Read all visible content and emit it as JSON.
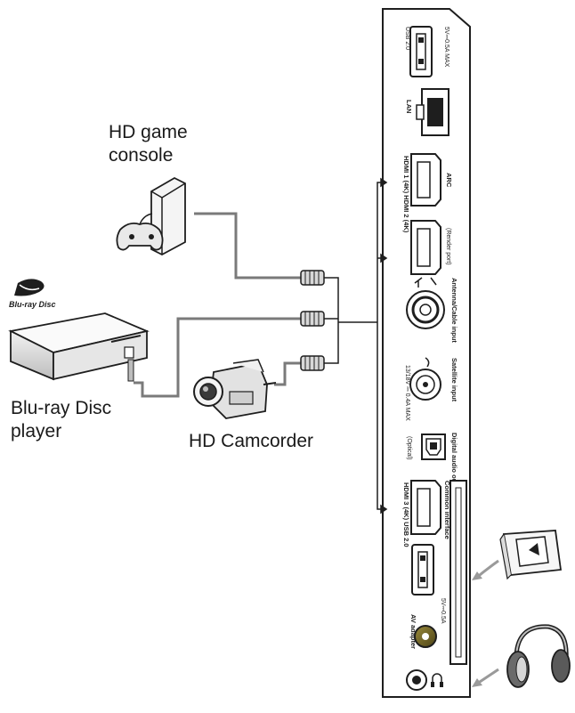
{
  "devices": {
    "game_console": "HD game\nconsole",
    "bluray_player": "Blu-ray Disc\nplayer",
    "camcorder": "HD Camcorder",
    "bluray_logo": "Blu-ray Disc"
  },
  "panel": {
    "usb_top": "USB 2.0",
    "usb_top_power": "5V⎓0.5A MAX",
    "lan": "LAN",
    "hdmi12": "HDMI 1 (4K) HDMI 2 (4K)",
    "arc": "ARC",
    "hdmi2_note": "(Render port)",
    "antenna": "Antenna/Cable input",
    "satellite": "Satellite input",
    "satellite_note": "13/18V  ⎓  0.4A MAX",
    "digital_audio": "Digital audio out",
    "optical": "(Optical)",
    "hdmi3_usb": "HDMI 3 (4K) USB 2.0",
    "common_interface": "Common interface",
    "usb_power": "5V⎓0.5A",
    "av_adapter": "AV adapter"
  },
  "accessories": {
    "ci_card": "ci-card-icon",
    "headphones": "headphones-icon"
  },
  "colors": {
    "line": "#1e1e1e",
    "cable": "#7a7a7a"
  }
}
